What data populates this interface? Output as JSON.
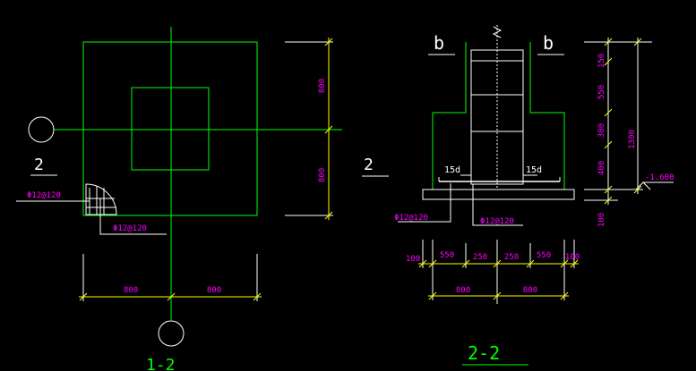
{
  "plan": {
    "section_mark": "2",
    "rebar_a": "Φ12@120",
    "rebar_b": "Φ12@120",
    "dim_v_top": "800",
    "dim_v_bottom": "800",
    "dim_h_left": "800",
    "dim_h_right": "800",
    "bottom_label": "1-2"
  },
  "section": {
    "cut_left": "b",
    "cut_right": "b",
    "plan_mark": "2",
    "lap_left": "15d",
    "lap_right": "15d",
    "rebar_left": "Φ12@120",
    "rebar_right": "Φ12@120",
    "dim_v": [
      "150",
      "550",
      "300",
      "400",
      "100"
    ],
    "dim_total": "1300",
    "elevation": "-1.600",
    "dim_h_top": [
      "100",
      "550",
      "250",
      "250",
      "550",
      "100"
    ],
    "dim_h_bottom": [
      "800",
      "800"
    ],
    "title": "2-2"
  }
}
